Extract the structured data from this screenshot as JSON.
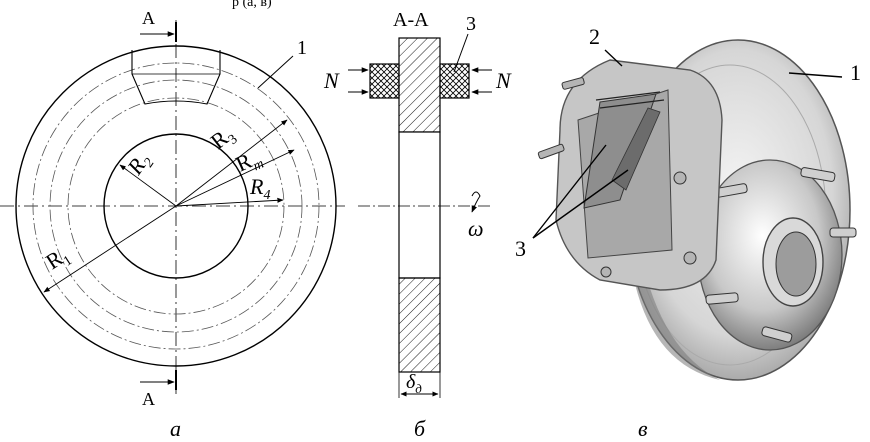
{
  "header_fragment": "р (а, в)",
  "panel_a": {
    "section_marker": "A",
    "radii": {
      "r1": "R",
      "r1_sub": "1",
      "r2": "R",
      "r2_sub": "2",
      "r3": "R",
      "r3_sub": "3",
      "rm": "R",
      "rm_sub": "m",
      "r4": "R",
      "r4_sub": "4"
    },
    "callout_disk": "1",
    "caption": "а"
  },
  "panel_b": {
    "section_title": "А-А",
    "force_left": "N",
    "force_right": "N",
    "callout_pad": "3",
    "omega": "ω",
    "thickness": "δ",
    "thickness_sub": "д",
    "caption": "б"
  },
  "panel_c": {
    "callout_disk": "1",
    "callout_caliper": "2",
    "callout_pads": "3",
    "caption": "в"
  }
}
